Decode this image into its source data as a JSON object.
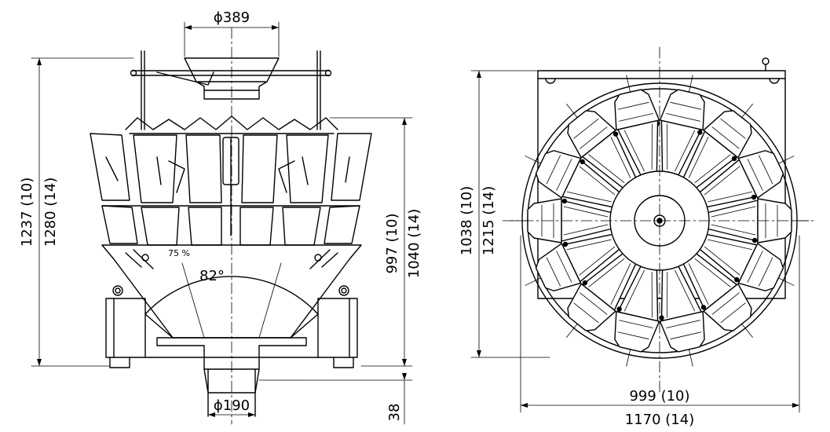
{
  "front_view": {
    "inlet_diameter": "ϕ389",
    "outlet_diameter": "ϕ190",
    "total_height_10": "1237 (10)",
    "total_height_14": "1280 (14)",
    "body_height_10": "997 (10)",
    "body_height_14": "1040 (14)",
    "chute_angle": "82°",
    "chute_percent": "75 %",
    "foot_height": "38"
  },
  "top_view": {
    "depth_10": "1038 (10)",
    "depth_14": "1215 (14)",
    "width_10": "999 (10)",
    "width_14": "1170 (14)"
  },
  "colors": {
    "line": "#000000",
    "background": "#ffffff"
  }
}
